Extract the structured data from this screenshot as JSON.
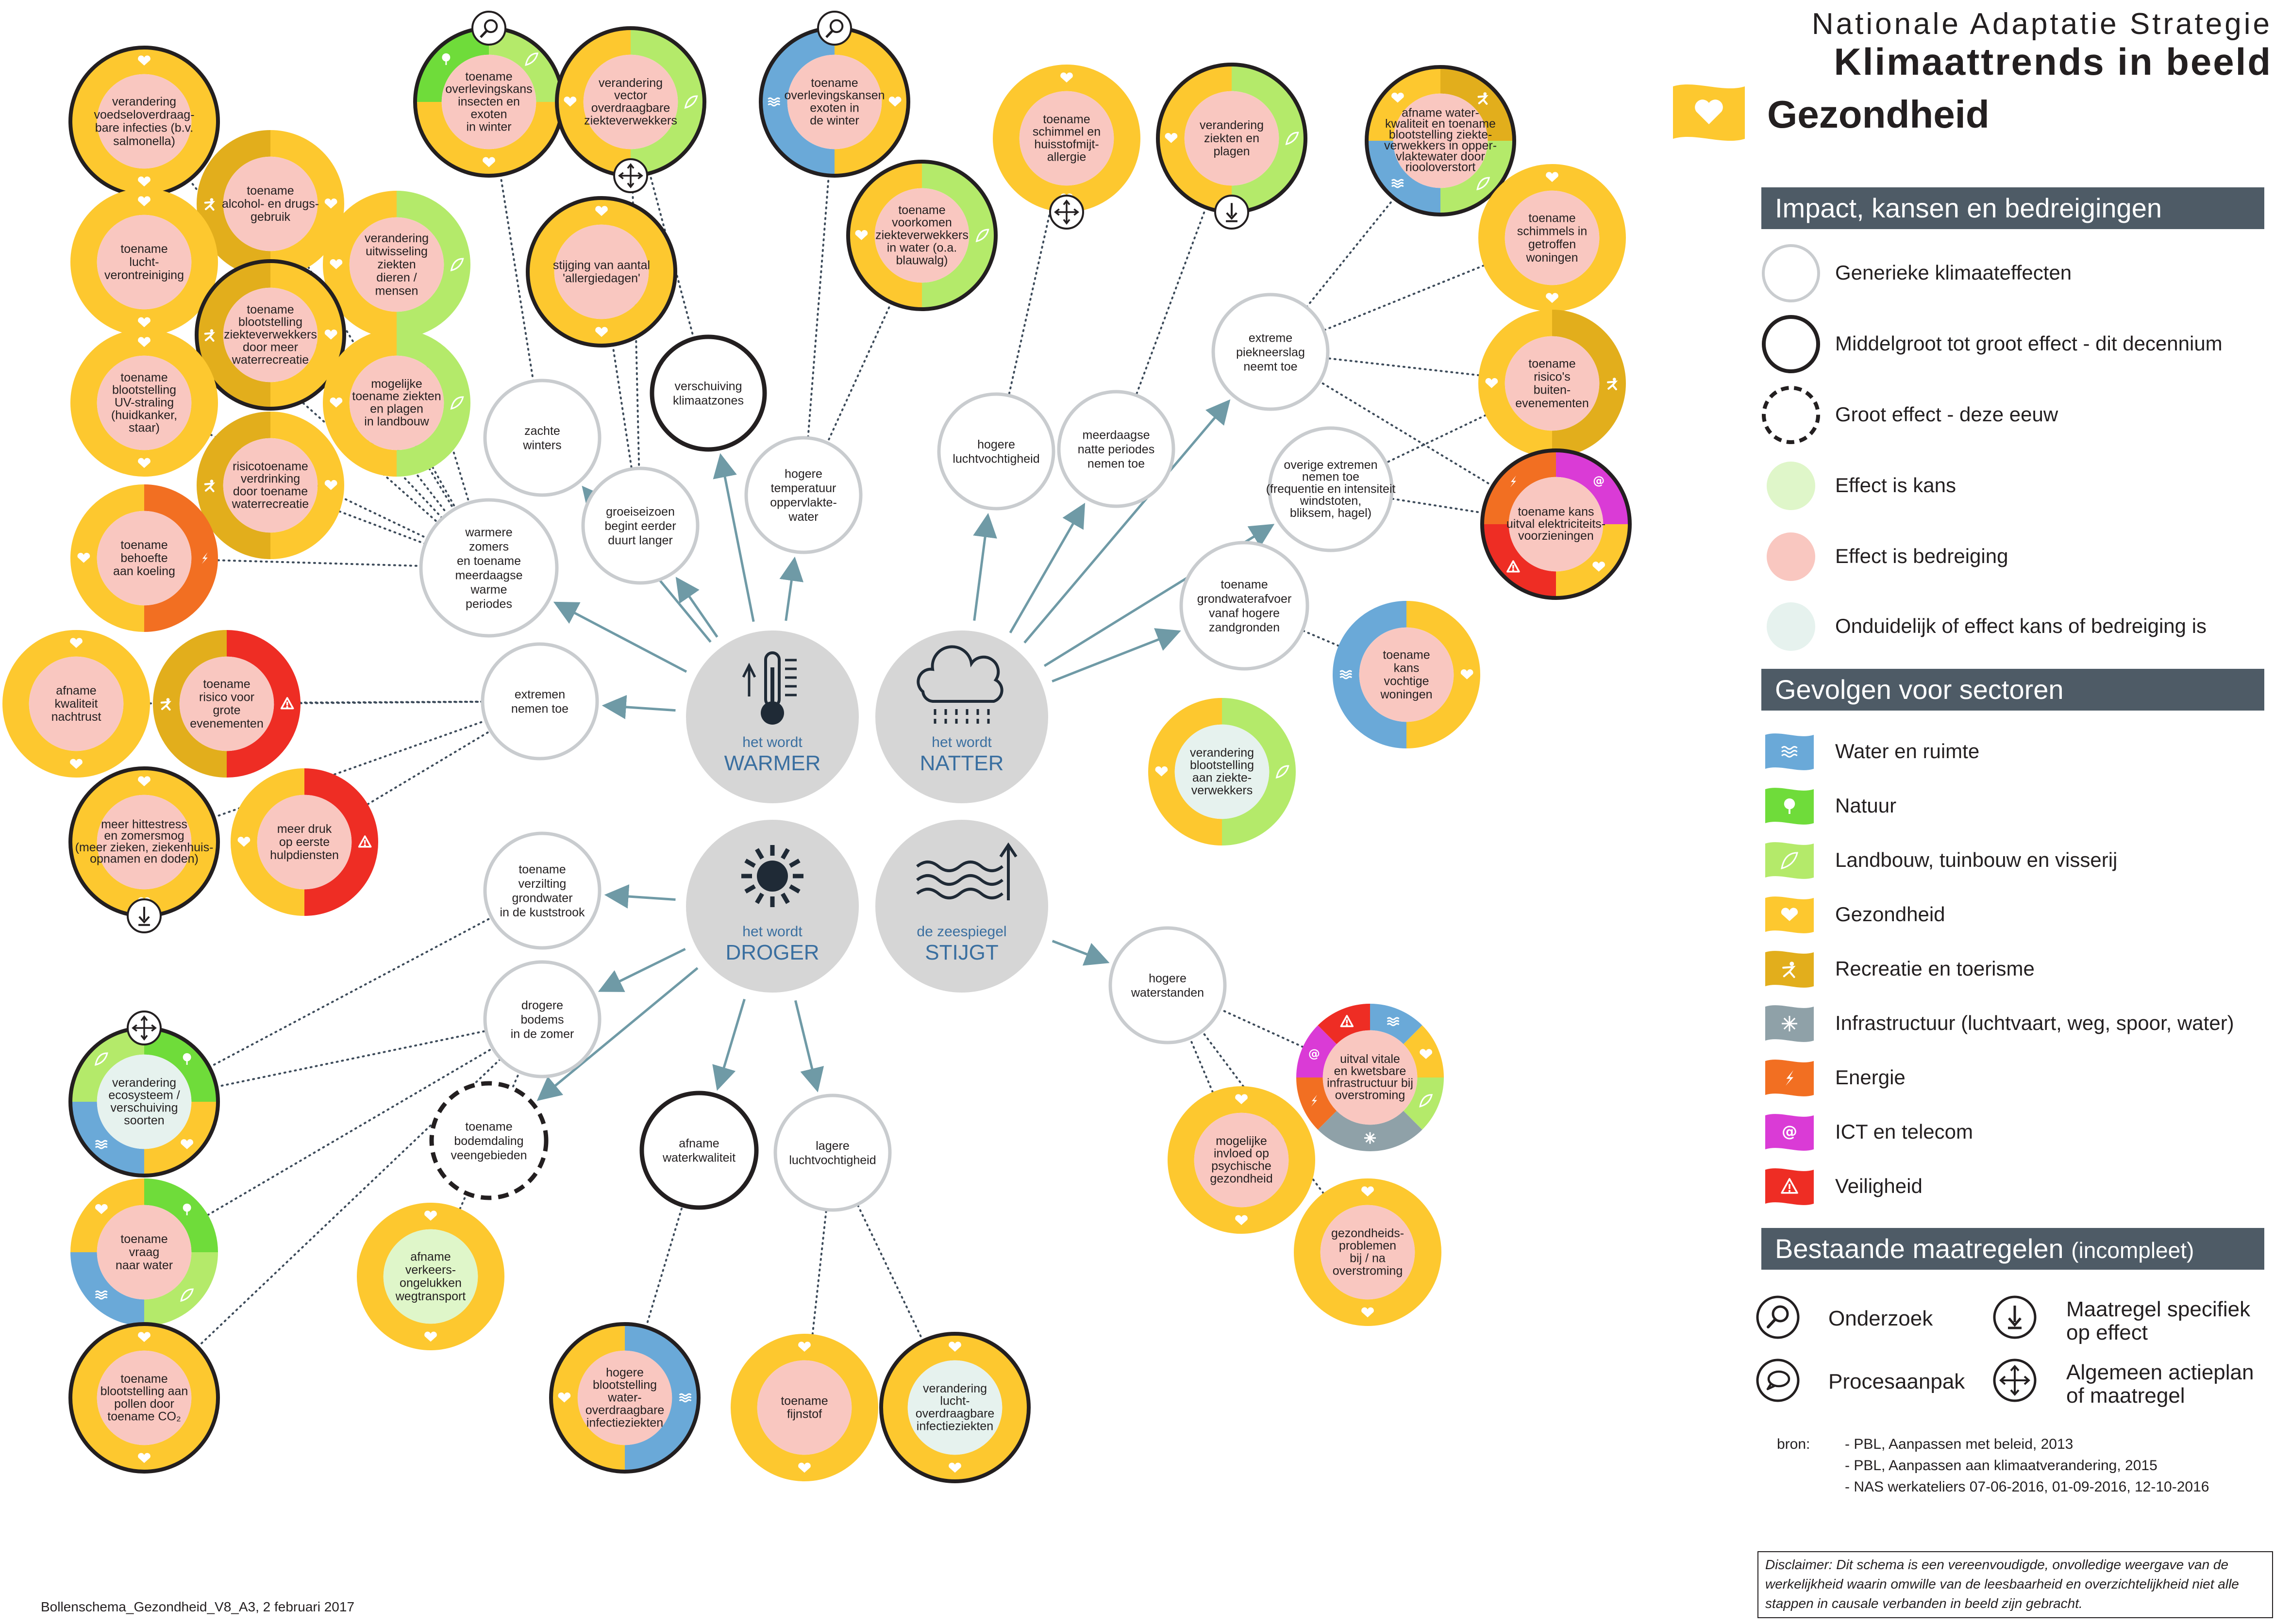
{
  "header": {
    "subtitle": "Nationale Adaptatie Strategie",
    "title": "Klimaattrends in beeld",
    "theme": "Gezondheid"
  },
  "colors": {
    "water": "#6aa9d8",
    "natuur": "#6fdc3a",
    "landbouw": "#b4ea6a",
    "gezondheid": "#fdc82f",
    "recreatie": "#e2ae1c",
    "infra": "#8fa1a8",
    "energie": "#f26f22",
    "ict": "#da3bd6",
    "veiligheid": "#ee2d24",
    "kans": "#dff6c9",
    "bedreiging": "#f9c7c0",
    "onduidelijk": "#e6f2ee",
    "driver": "#d6d6d6",
    "arrow": "#6f9aa6",
    "bar": "#4e5b66"
  },
  "drivers": [
    {
      "id": "warmer",
      "small": "het wordt",
      "big": "WARMER",
      "icon": "thermometer-icon"
    },
    {
      "id": "natter",
      "small": "het wordt",
      "big": "NATTER",
      "icon": "raincloud-icon"
    },
    {
      "id": "droger",
      "small": "het wordt",
      "big": "DROGER",
      "icon": "sun-icon"
    },
    {
      "id": "stijgt",
      "small": "de zeespiegel",
      "big": "STIJGT",
      "icon": "waves-icon"
    }
  ],
  "effects": [
    {
      "id": "zachte",
      "lines": [
        "zachte",
        "winters"
      ],
      "border": "gray"
    },
    {
      "id": "groeiseizoen",
      "lines": [
        "groeiseizoen",
        "begint eerder",
        "duurt langer"
      ],
      "border": "gray"
    },
    {
      "id": "klimaatzones",
      "lines": [
        "verschuiving",
        "klimaatzones"
      ],
      "border": "black"
    },
    {
      "id": "temperatuur",
      "lines": [
        "hogere",
        "temperatuur",
        "oppervlakte-",
        "water"
      ],
      "border": "gray"
    },
    {
      "id": "warmezomers",
      "lines": [
        "warmere",
        "zomers",
        "en toename",
        "meerdaagse",
        "warme",
        "periodes"
      ],
      "border": "gray"
    },
    {
      "id": "extremen",
      "lines": [
        "extremen",
        "nemen toe"
      ],
      "border": "gray"
    },
    {
      "id": "luchtvocht",
      "lines": [
        "hogere",
        "luchtvochtigheid"
      ],
      "border": "gray"
    },
    {
      "id": "meerdaagse",
      "lines": [
        "meerdaagse",
        "natte periodes",
        "nemen toe"
      ],
      "border": "gray"
    },
    {
      "id": "piekneerslag",
      "lines": [
        "extreme",
        "piekneerslag",
        "neemt toe"
      ],
      "border": "gray"
    },
    {
      "id": "overige",
      "lines": [
        "overige extremen",
        "nemen toe",
        "(frequentie en intensiteit",
        "windstoten,",
        "bliksem, hagel)"
      ],
      "border": "gray"
    },
    {
      "id": "grondwater",
      "lines": [
        "toename",
        "grondwaterafvoer",
        "vanaf hogere",
        "zandgronden"
      ],
      "border": "gray"
    },
    {
      "id": "verzilting",
      "lines": [
        "toename",
        "verzilting",
        "grondwater",
        "in de kuststrook"
      ],
      "border": "gray"
    },
    {
      "id": "drogere",
      "lines": [
        "drogere",
        "bodems",
        "in de zomer"
      ],
      "border": "gray"
    },
    {
      "id": "bodemdaling",
      "lines": [
        "toename",
        "bodemdaling",
        "veengebieden"
      ],
      "border": "dashed"
    },
    {
      "id": "waterkwaliteit",
      "lines": [
        "afname",
        "waterkwaliteit"
      ],
      "border": "black"
    },
    {
      "id": "lagerelucht",
      "lines": [
        "lagere",
        "luchtvochtigheid"
      ],
      "border": "gray"
    },
    {
      "id": "waterstanden",
      "lines": [
        "hogere",
        "waterstanden"
      ],
      "border": "gray"
    }
  ],
  "impacts": [
    {
      "id": "i1",
      "lines": [
        "verandering",
        "voedseloverdraag-",
        "bare infecties (b.v.",
        "salmonella)"
      ],
      "fill": "bedreiging",
      "bold": true
    },
    {
      "id": "i2",
      "lines": [
        "toename",
        "alcohol- en drugs-",
        "gebruik"
      ],
      "fill": "bedreiging",
      "bold": false
    },
    {
      "id": "i3",
      "lines": [
        "toename",
        "lucht-",
        "verontreiniging"
      ],
      "fill": "bedreiging",
      "bold": false
    },
    {
      "id": "i4",
      "lines": [
        "verandering",
        "uitwisseling",
        "ziekten",
        "dieren /",
        "mensen"
      ],
      "fill": "bedreiging",
      "bold": false
    },
    {
      "id": "i5",
      "lines": [
        "toename",
        "blootstelling",
        "ziekteverwekkers",
        "door meer",
        "waterrecreatie"
      ],
      "fill": "bedreiging",
      "bold": true
    },
    {
      "id": "i6",
      "lines": [
        "toename",
        "blootstelling",
        "UV-straling",
        "(huidkanker,",
        "staar)"
      ],
      "fill": "bedreiging",
      "bold": false
    },
    {
      "id": "i7",
      "lines": [
        "mogelijke",
        "toename ziekten",
        "en plagen",
        "in landbouw"
      ],
      "fill": "bedreiging",
      "bold": false
    },
    {
      "id": "i8",
      "lines": [
        "risicotoename",
        "verdrinking",
        "door toename",
        "waterrecreatie"
      ],
      "fill": "bedreiging",
      "bold": false
    },
    {
      "id": "i9",
      "lines": [
        "toename",
        "behoefte",
        "aan koeling"
      ],
      "fill": "bedreiging",
      "bold": false
    },
    {
      "id": "i10",
      "lines": [
        "toename",
        "overlevingskans",
        "insecten en",
        "exoten",
        "in winter"
      ],
      "fill": "bedreiging",
      "bold": true
    },
    {
      "id": "i11",
      "lines": [
        "verandering",
        "vector",
        "overdraagbare",
        "ziekteverwekkers"
      ],
      "fill": "bedreiging",
      "bold": true
    },
    {
      "id": "i12",
      "lines": [
        "stijging van aantal",
        "'allergiedagen'"
      ],
      "fill": "bedreiging",
      "bold": true
    },
    {
      "id": "i13",
      "lines": [
        "toename",
        "overlevingskansen",
        "exoten in",
        "de winter"
      ],
      "fill": "bedreiging",
      "bold": true
    },
    {
      "id": "i14",
      "lines": [
        "toename",
        "voorkomen",
        "ziekteverwekkers",
        "in water (o.a.",
        "blauwalg)"
      ],
      "fill": "bedreiging",
      "bold": true
    },
    {
      "id": "i15",
      "lines": [
        "toename",
        "schimmel en",
        "huisstofmijt-",
        "allergie"
      ],
      "fill": "bedreiging",
      "bold": false
    },
    {
      "id": "i16",
      "lines": [
        "verandering",
        "ziekten en",
        "plagen"
      ],
      "fill": "bedreiging",
      "bold": true
    },
    {
      "id": "i17",
      "lines": [
        "afname water-",
        "kwaliteit en toename",
        "blootstelling ziekte-",
        "verwekkers in opper-",
        "vlaktewater door",
        "riooloverstort"
      ],
      "fill": "bedreiging",
      "bold": true
    },
    {
      "id": "i18",
      "lines": [
        "toename",
        "schimmels in",
        "getroffen",
        "woningen"
      ],
      "fill": "bedreiging",
      "bold": false
    },
    {
      "id": "i19",
      "lines": [
        "toename",
        "risico's",
        "buiten-",
        "evenementen"
      ],
      "fill": "bedreiging",
      "bold": false
    },
    {
      "id": "i20",
      "lines": [
        "toename kans",
        "uitval elektriciteits-",
        "voorzieningen"
      ],
      "fill": "bedreiging",
      "bold": true
    },
    {
      "id": "i21",
      "lines": [
        "toename",
        "kans",
        "vochtige",
        "woningen"
      ],
      "fill": "bedreiging",
      "bold": false
    },
    {
      "id": "i22",
      "lines": [
        "verandering",
        "blootstelling",
        "aan ziekte-",
        "verwekkers"
      ],
      "fill": "onduidelijk",
      "bold": false
    },
    {
      "id": "i23",
      "lines": [
        "afname",
        "kwaliteit",
        "nachtrust"
      ],
      "fill": "bedreiging",
      "bold": false
    },
    {
      "id": "i24",
      "lines": [
        "toename",
        "risico voor",
        "grote",
        "evenementen"
      ],
      "fill": "bedreiging",
      "bold": false
    },
    {
      "id": "i25",
      "lines": [
        "meer hittestress",
        "en zomersmog",
        "(meer zieken, ziekenhuis-",
        "opnamen en doden)"
      ],
      "fill": "bedreiging",
      "bold": true
    },
    {
      "id": "i26",
      "lines": [
        "meer druk",
        "op eerste",
        "hulpdiensten"
      ],
      "fill": "bedreiging",
      "bold": false
    },
    {
      "id": "i27",
      "lines": [
        "verandering",
        "ecosysteem /",
        "verschuiving",
        "soorten"
      ],
      "fill": "onduidelijk",
      "bold": true
    },
    {
      "id": "i28",
      "lines": [
        "toename",
        "vraag",
        "naar water"
      ],
      "fill": "bedreiging",
      "bold": false
    },
    {
      "id": "i29",
      "lines": [
        "afname",
        "verkeers-",
        "ongelukken",
        "wegtransport"
      ],
      "fill": "kans",
      "bold": false
    },
    {
      "id": "i30",
      "lines": [
        "toename",
        "blootstelling aan",
        "pollen door",
        "toename CO₂"
      ],
      "fill": "bedreiging",
      "bold": true
    },
    {
      "id": "i31",
      "lines": [
        "hogere",
        "blootstelling",
        "water-",
        "overdraagbare",
        "infectieziekten"
      ],
      "fill": "bedreiging",
      "bold": true
    },
    {
      "id": "i32",
      "lines": [
        "toename",
        "fijnstof"
      ],
      "fill": "bedreiging",
      "bold": false
    },
    {
      "id": "i33",
      "lines": [
        "verandering",
        "lucht-",
        "overdraagbare",
        "infectieziekten"
      ],
      "fill": "onduidelijk",
      "bold": true
    },
    {
      "id": "i34",
      "lines": [
        "uitval vitale",
        "en kwetsbare",
        "infrastructuur bij",
        "overstroming"
      ],
      "fill": "bedreiging",
      "bold": false
    },
    {
      "id": "i35",
      "lines": [
        "mogelijke",
        "invloed op",
        "psychische",
        "gezondheid"
      ],
      "fill": "bedreiging",
      "bold": false
    },
    {
      "id": "i36",
      "lines": [
        "gezondheids-",
        "problemen",
        "bij / na",
        "overstroming"
      ],
      "fill": "bedreiging",
      "bold": false
    }
  ],
  "legend": {
    "impact_title": "Impact, kansen en bedreigingen",
    "impact_items": [
      "Generieke klimaateffecten",
      "Middelgroot tot groot effect - dit decennium",
      "Groot effect - deze eeuw",
      "Effect is kans",
      "Effect is bedreiging",
      "Onduidelijk of effect kans of bedreiging is"
    ],
    "sector_title": "Gevolgen voor sectoren",
    "sector_items": [
      {
        "label": "Water en ruimte",
        "color": "#6aa9d8",
        "icon": "waves-icon"
      },
      {
        "label": "Natuur",
        "color": "#6fdc3a",
        "icon": "tree-icon"
      },
      {
        "label": "Landbouw, tuinbouw en visserij",
        "color": "#b4ea6a",
        "icon": "leaf-icon"
      },
      {
        "label": "Gezondheid",
        "color": "#fdc82f",
        "icon": "heart-icon"
      },
      {
        "label": "Recreatie en toerisme",
        "color": "#e2ae1c",
        "icon": "person-icon"
      },
      {
        "label": "Infrastructuur (luchtvaart, weg, spoor, water)",
        "color": "#8fa1a8",
        "icon": "junction-icon"
      },
      {
        "label": "Energie",
        "color": "#f26f22",
        "icon": "lightning-icon"
      },
      {
        "label": "ICT en telecom",
        "color": "#da3bd6",
        "icon": "at-icon"
      },
      {
        "label": "Veiligheid",
        "color": "#ee2d24",
        "icon": "warning-icon"
      }
    ],
    "maatregel_title": "Bestaande maatregelen",
    "maatregel_note": "(incompleet)",
    "maatregel_items": [
      {
        "label": "Onderzoek",
        "icon": "magnifier-icon"
      },
      {
        "label": "Procesaanpak",
        "icon": "speech-bubble-icon"
      },
      {
        "label": "Maatregel specifiek op effect",
        "icon": "arrow-down-icon"
      },
      {
        "label": "Algemeen actieplan of maatregel",
        "icon": "four-arrows-icon"
      }
    ]
  },
  "bron": {
    "label": "bron:",
    "items": [
      "- PBL, Aanpassen met beleid, 2013",
      "- PBL, Aanpassen aan klimaatverandering, 2015",
      "- NAS werkateliers 07-06-2016, 01-09-2016, 12-10-2016"
    ]
  },
  "disclaimer": "Disclaimer: Dit schema  is  een vereenvoudigde, onvolledige weergave van de werkelijkheid waarin omwille van de leesbaarheid en overzichtelijkheid niet alle stappen in causale verbanden in beeld zijn gebracht.",
  "footer": "Bollenschema_Gezondheid_V8_A3, 2 februari 2017"
}
